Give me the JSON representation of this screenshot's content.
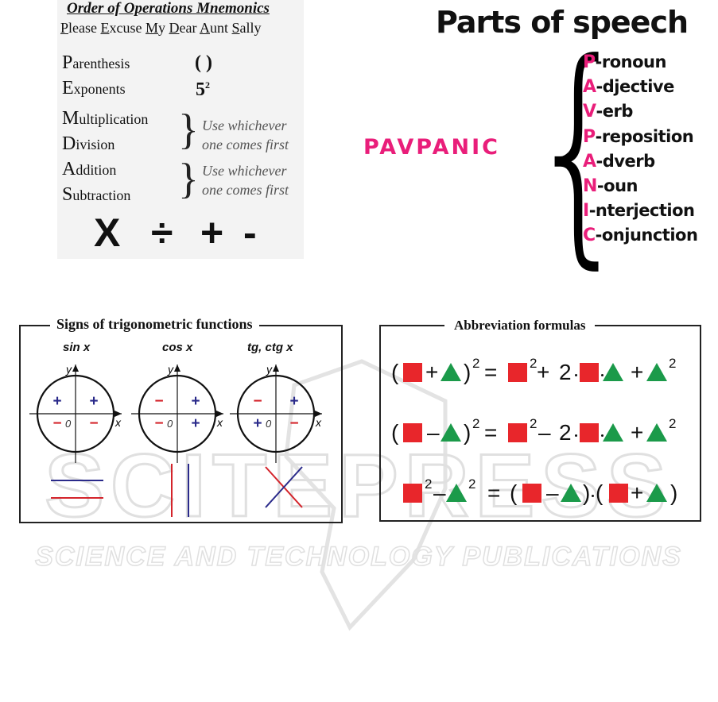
{
  "order_of_operations": {
    "title": "Order of Operations Mnemonics",
    "mnemonic_words": [
      {
        "first": "P",
        "rest": "lease"
      },
      {
        "first": "E",
        "rest": "xcuse"
      },
      {
        "first": "M",
        "rest": "y"
      },
      {
        "first": "D",
        "rest": "ear"
      },
      {
        "first": "A",
        "rest": "unt"
      },
      {
        "first": "S",
        "rest": "ally"
      }
    ],
    "rows": [
      {
        "initial": "P",
        "rest": "arenthesis",
        "symbol": "( )"
      },
      {
        "initial": "E",
        "rest": "xponents",
        "symbol": "5",
        "symbol_sup": "2"
      },
      {
        "initial": "M",
        "rest": "ultiplication"
      },
      {
        "initial": "D",
        "rest": "ivision"
      },
      {
        "initial": "A",
        "rest": "ddition"
      },
      {
        "initial": "S",
        "rest": "ubtraction"
      }
    ],
    "notes": [
      {
        "line1": "Use whichever",
        "line2": "one comes first"
      },
      {
        "line1": "Use whichever",
        "line2": "one comes first"
      }
    ],
    "operators": [
      "X",
      "÷",
      "+",
      "-"
    ]
  },
  "parts_of_speech": {
    "title": "Parts of speech",
    "acronym": "PAVPANIC",
    "items": [
      {
        "letter": "P",
        "rest": "-ronoun"
      },
      {
        "letter": "A",
        "rest": "-djective"
      },
      {
        "letter": "V",
        "rest": "-erb"
      },
      {
        "letter": "P",
        "rest": "-reposition"
      },
      {
        "letter": "A",
        "rest": "-dverb"
      },
      {
        "letter": "N",
        "rest": "-oun"
      },
      {
        "letter": "I",
        "rest": "-nterjection"
      },
      {
        "letter": "C",
        "rest": "-onjunction"
      }
    ],
    "accent_color": "#e91e7a"
  },
  "trig_signs": {
    "title": "Signs of trigonometric functions",
    "functions": [
      {
        "label": "sin x",
        "signs": {
          "q1": "+",
          "q2": "+",
          "q3": "−",
          "q4": "−"
        }
      },
      {
        "label": "cos x",
        "signs": {
          "q1": "+",
          "q2": "−",
          "q3": "−",
          "q4": "+"
        }
      },
      {
        "label": "tg, ctg x",
        "signs": {
          "q1": "+",
          "q2": "−",
          "q3": "+",
          "q4": "−"
        }
      }
    ],
    "axis_labels": {
      "x": "x",
      "y": "y",
      "origin": "0"
    },
    "plus_color": "#2a2a8a",
    "minus_color": "#d4242b"
  },
  "abbreviation_formulas": {
    "title": "Abbreviation formulas",
    "square_color": "#e8262b",
    "triangle_color": "#1b9a4a",
    "exponent": "2",
    "coefficient": "2"
  },
  "watermark": {
    "line1": "SCITEPRESS",
    "line2": "SCIENCE AND TECHNOLOGY PUBLICATIONS"
  }
}
